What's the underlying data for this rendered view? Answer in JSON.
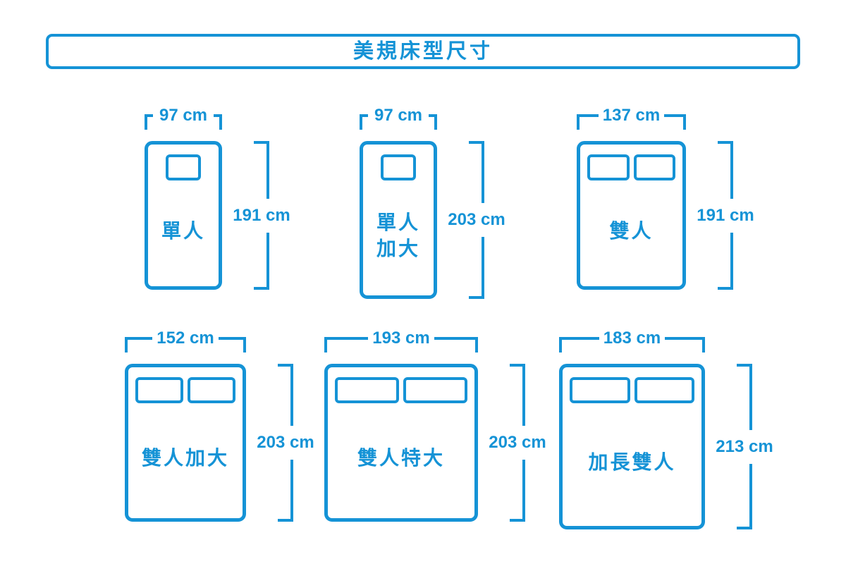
{
  "title": "美規床型尺寸",
  "unit": "cm",
  "accent_color": "#1593d6",
  "beds": [
    {
      "label": "單人",
      "label_lines": [
        "單人"
      ],
      "width_cm": 97,
      "height_cm": 191,
      "width_label": "97 cm",
      "height_label": "191 cm",
      "pillow_count": 1
    },
    {
      "label": "單人加大",
      "label_lines": [
        "單人",
        "加大"
      ],
      "width_cm": 97,
      "height_cm": 203,
      "width_label": "97 cm",
      "height_label": "203 cm",
      "pillow_count": 1
    },
    {
      "label": "雙人",
      "label_lines": [
        "雙人"
      ],
      "width_cm": 137,
      "height_cm": 191,
      "width_label": "137 cm",
      "height_label": "191 cm",
      "pillow_count": 2
    },
    {
      "label": "雙人加大",
      "label_lines": [
        "雙人加大"
      ],
      "width_cm": 152,
      "height_cm": 203,
      "width_label": "152 cm",
      "height_label": "203 cm",
      "pillow_count": 2
    },
    {
      "label": "雙人特大",
      "label_lines": [
        "雙人特大"
      ],
      "width_cm": 193,
      "height_cm": 203,
      "width_label": "193 cm",
      "height_label": "203 cm",
      "pillow_count": 2
    },
    {
      "label": "加長雙人",
      "label_lines": [
        "加長雙人"
      ],
      "width_cm": 183,
      "height_cm": 213,
      "width_label": "183 cm",
      "height_label": "213 cm",
      "pillow_count": 2
    }
  ]
}
